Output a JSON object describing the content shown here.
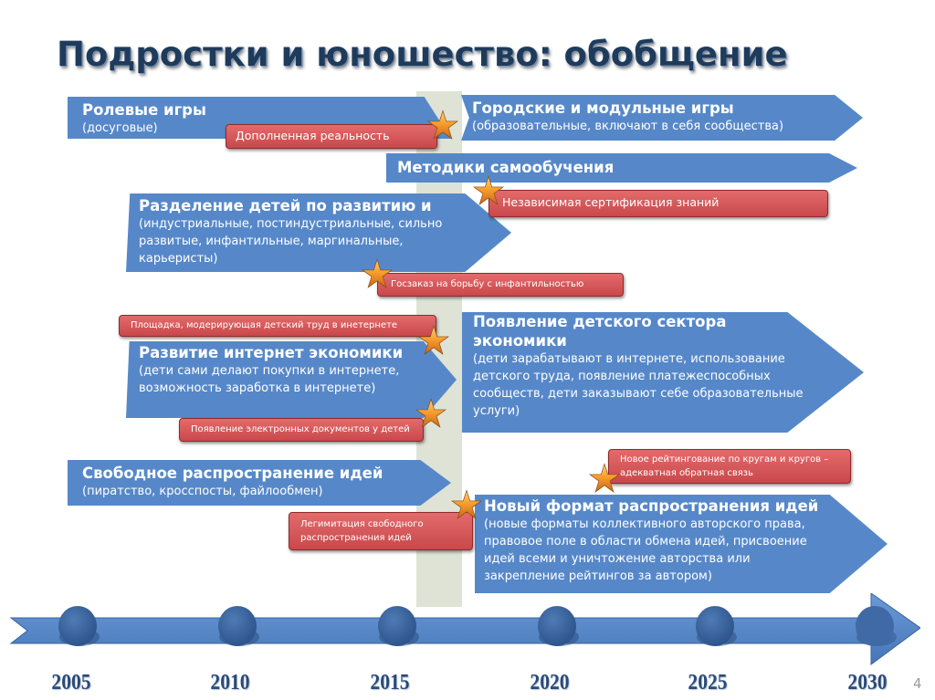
{
  "slide": {
    "title": "Подростки и юношество: обобщение",
    "page_number": "4",
    "colors": {
      "arrow_blue": "#5688c9",
      "note_red": "#d65a5c",
      "star_orange": "#f29a2e",
      "band_gray": "#dfe3d6",
      "title_dark": "#1f3b5c"
    }
  },
  "arrows": [
    {
      "heading": "Ролевые игры",
      "lines": [
        "(досуговые)"
      ]
    },
    {
      "heading": "Городские и модульные игры",
      "lines": [
        "(образовательные, включают в себя сообщества)"
      ]
    },
    {
      "heading": "Методики самообучения",
      "lines": []
    },
    {
      "heading": "Разделение детей по развитию и",
      "lines": [
        "(индустриальные, постиндустриальные, сильно",
        "развитые, инфантильные, маргинальные,",
        "карьеристы)"
      ]
    },
    {
      "heading": "Развитие интернет экономики",
      "lines": [
        "(дети сами делают покупки в интернете,",
        "возможность заработка в интернете)"
      ]
    },
    {
      "heading_lines": [
        "Появление детского сектора",
        "экономики"
      ],
      "lines": [
        "(дети зарабатывают в интернете, использование",
        "детского труда, появление платежеспособных",
        "сообществ, дети заказывают себе образовательные",
        "услуги)"
      ]
    },
    {
      "heading": "Свободное распространение идей",
      "lines": [
        "(пиратство, кросспосты, файлообмен)"
      ]
    },
    {
      "heading": "Новый формат распространения идей",
      "lines": [
        "(новые форматы коллективного авторского права,",
        "правовое поле в области обмена идей, присвоение",
        "идей всеми и уничтожение авторства или",
        "закрепление рейтингов за автором)"
      ]
    }
  ],
  "notes": [
    {
      "text": "Дополненная реальность"
    },
    {
      "text": "Независимая сертификация знаний"
    },
    {
      "text": "Госзаказ на борьбу с инфантильностью"
    },
    {
      "text": "Площадка, модерирующая детский труд в инетернете"
    },
    {
      "text": "Появление электронных документов у детей"
    },
    {
      "lines": [
        "Новое рейтингование по кругам и кругов –",
        "адекватная обратная связь"
      ]
    },
    {
      "lines": [
        "Легимитация свободного",
        "распространения идей"
      ]
    }
  ],
  "stars": [
    "star-icon",
    "star-icon",
    "star-icon",
    "star-icon",
    "star-icon",
    "star-icon",
    "star-icon"
  ],
  "timeline": {
    "years": [
      "2005",
      "2010",
      "2015",
      "2020",
      "2025",
      "2030"
    ]
  }
}
